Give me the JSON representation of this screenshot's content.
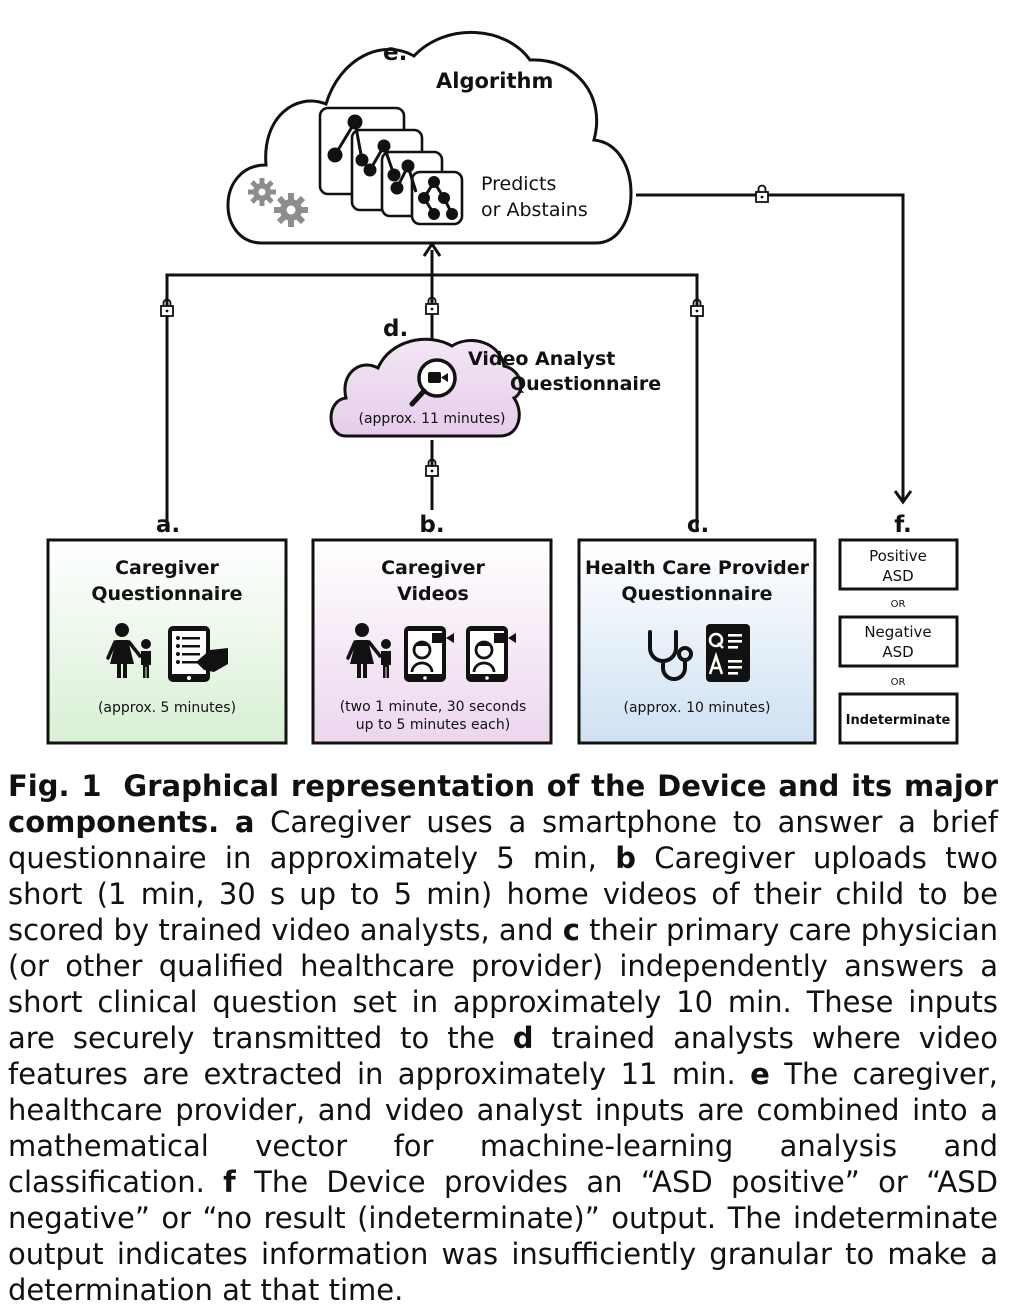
{
  "algorithm": {
    "letter": "e.",
    "title": "Algorithm",
    "predicts_line1": "Predicts",
    "predicts_line2": "or Abstains"
  },
  "video_analyst": {
    "letter": "d.",
    "title_line1": "Video Analyst",
    "title_line2": "Questionnaire",
    "duration": "(approx. 11 minutes)"
  },
  "boxes": {
    "a": {
      "letter": "a.",
      "title_line1": "Caregiver",
      "title_line2": "Questionnaire",
      "duration": "(approx. 5 minutes)",
      "color": "#e9f6e6"
    },
    "b": {
      "letter": "b.",
      "title_line1": "Caregiver",
      "title_line2": "Videos",
      "duration_line1": "(two 1 minute, 30 seconds",
      "duration_line2": "up to 5 minutes each)",
      "color": "#f2e3f3"
    },
    "c": {
      "letter": "c.",
      "title_line1": "Health Care Provider",
      "title_line2": "Questionnaire",
      "duration": "(approx. 10 minutes)",
      "color": "#dfeaf6"
    }
  },
  "outputs": {
    "letter": "f.",
    "positive_line1": "Positive",
    "positive_line2": "ASD",
    "or1": "OR",
    "negative_line1": "Negative",
    "negative_line2": "ASD",
    "or2": "OR",
    "indeterminate": "Indeterminate"
  },
  "caption": {
    "fig": "Fig. 1",
    "heading": "Graphical representation of the Device and its major components.",
    "a_letter": "a",
    "a_text": "Caregiver uses a smartphone to answer a brief questionnaire in approximately 5 min,",
    "b_letter": "b",
    "b_text": "Caregiver uploads two short (1 min, 30 s up to 5 min) home videos of their child to be scored by trained video analysts, and",
    "c_letter": "c",
    "c_text": "their primary care physician (or other qualified healthcare provider) independently answers a short clinical question set in approximately 10 min. These inputs are securely transmitted to the",
    "d_letter": "d",
    "d_text": "trained analysts where video features are extracted in approximately 11 min.",
    "e_letter": "e",
    "e_text": "The caregiver, healthcare provider, and video analyst inputs are combined into a mathematical vector for machine-learning analysis and classification.",
    "f_letter": "f",
    "f_text": "The Device provides an “ASD positive” or “ASD negative” or “no result (indeterminate)” output. The indeterminate output indicates information was insufficiently granular to make a determination at that time."
  },
  "icons": [
    "gear-icon",
    "network-card-icon",
    "lock-icon",
    "magnifier-camera-icon",
    "caregiver-child-icon",
    "smartphone-form-icon",
    "video-call-phone-icon",
    "stethoscope-icon",
    "qa-document-icon"
  ]
}
